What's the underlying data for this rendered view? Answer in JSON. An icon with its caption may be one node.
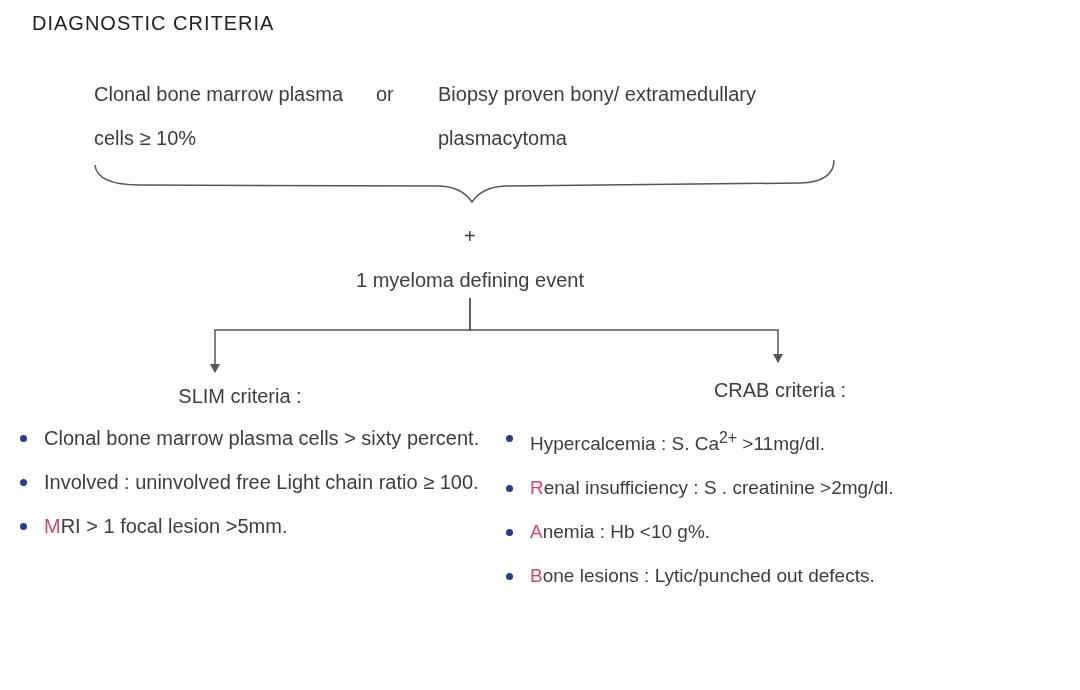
{
  "diagram": {
    "title": "DIAGNOSTIC CRITERIA",
    "nodes": [
      {
        "text": [
          "1 myeloma defining event"
        ]
      },
      {
        "text": [
          "SLIM criteria :"
        ]
      },
      {
        "text": [
          "CRAB criteria :"
        ]
      }
    ],
    "edges": [
      {
        "from": 0,
        "to": 1,
        "arrow": "to"
      },
      {
        "from": 0,
        "to": 2,
        "arrow": "to"
      }
    ],
    "labels": [
      "Clonal bone marrow plasma cells ≥ 10%",
      "or",
      "Biopsy proven bony/ extramedullary plasmacytoma",
      "+",
      "Clonal bone marrow plasma cells > sixty percent.",
      "Involved : uninvolved free Light chain ratio ≥ 100.",
      "MRI > 1 focal lesion >5mm.",
      "Hypercalcemia : S. Ca$^{2+}$ >11mg/dl.",
      "Renal insufficiency : S . creatinine >2mg/dl.",
      "Anemia : Hb <10 g%.",
      "Bone lesions : Lytic/punched out defects."
    ]
  }
}
